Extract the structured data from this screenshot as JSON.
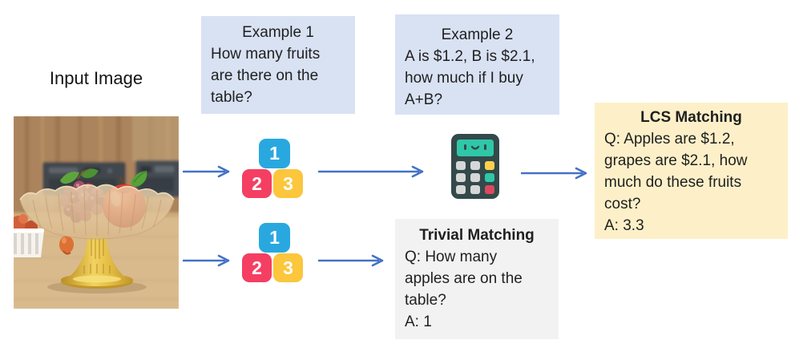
{
  "input_section": {
    "label": "Input Image"
  },
  "examples": [
    {
      "title": "Example 1",
      "question": "How many fruits\nare there on the\ntable?"
    },
    {
      "title": "Example 2",
      "question": "A is $1.2, B is $2.1,\nhow much if I buy\nA+B?"
    }
  ],
  "results": [
    {
      "title": "LCS Matching",
      "body": "Q: Apples are $1.2,\ngrapes are $2.1, how\nmuch do these fruits\ncost?\nA: 3.3",
      "bg": "#fdf0c9"
    },
    {
      "title": "Trivial Matching",
      "body": "Q: How many\napples are on the\ntable?\nA: 1",
      "bg": "#f2f2f2"
    }
  ],
  "blocks": {
    "labels": [
      "1",
      "2",
      "3"
    ],
    "colors": {
      "blue": "#29a8e0",
      "pink": "#f43f63",
      "yellow": "#fcc63d"
    }
  },
  "colors": {
    "arrow": "#4472c4",
    "example_bg": "#d9e2f3",
    "text": "#1f1f1f"
  },
  "icons": {
    "calculator": "calculator-icon",
    "photo": "fruit-bowl-photo",
    "arrows": "flow-arrow"
  }
}
